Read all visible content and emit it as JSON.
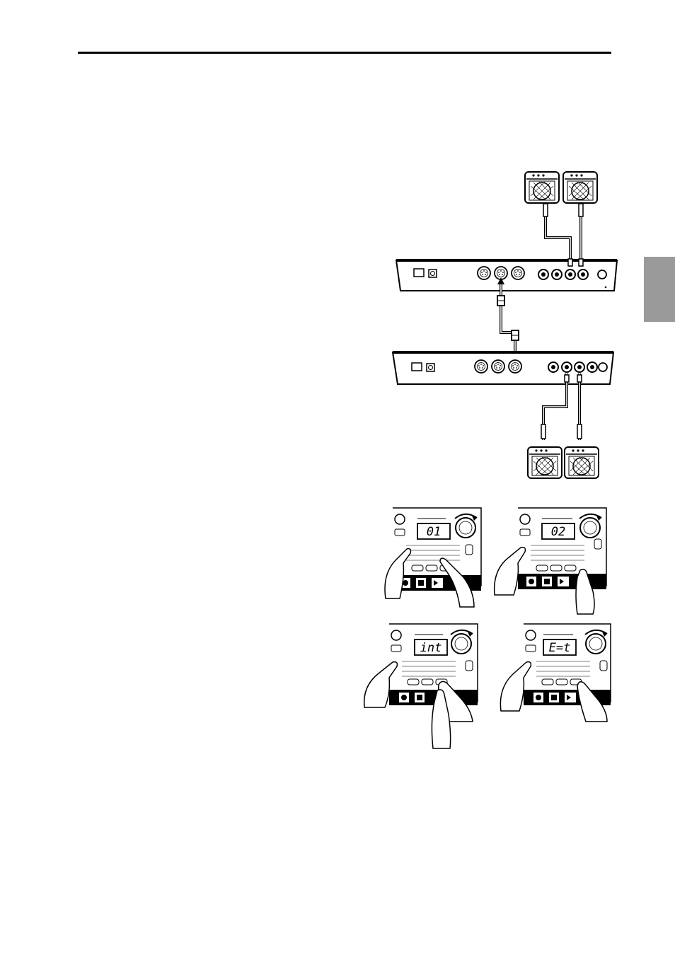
{
  "document": {
    "type": "manual-page",
    "colors": {
      "ink": "#000000",
      "tab": "#9a9a9a",
      "paper": "#ffffff"
    }
  },
  "panels": [
    {
      "display": "01"
    },
    {
      "display": "02"
    },
    {
      "display": "int"
    },
    {
      "display": "E=t"
    }
  ]
}
